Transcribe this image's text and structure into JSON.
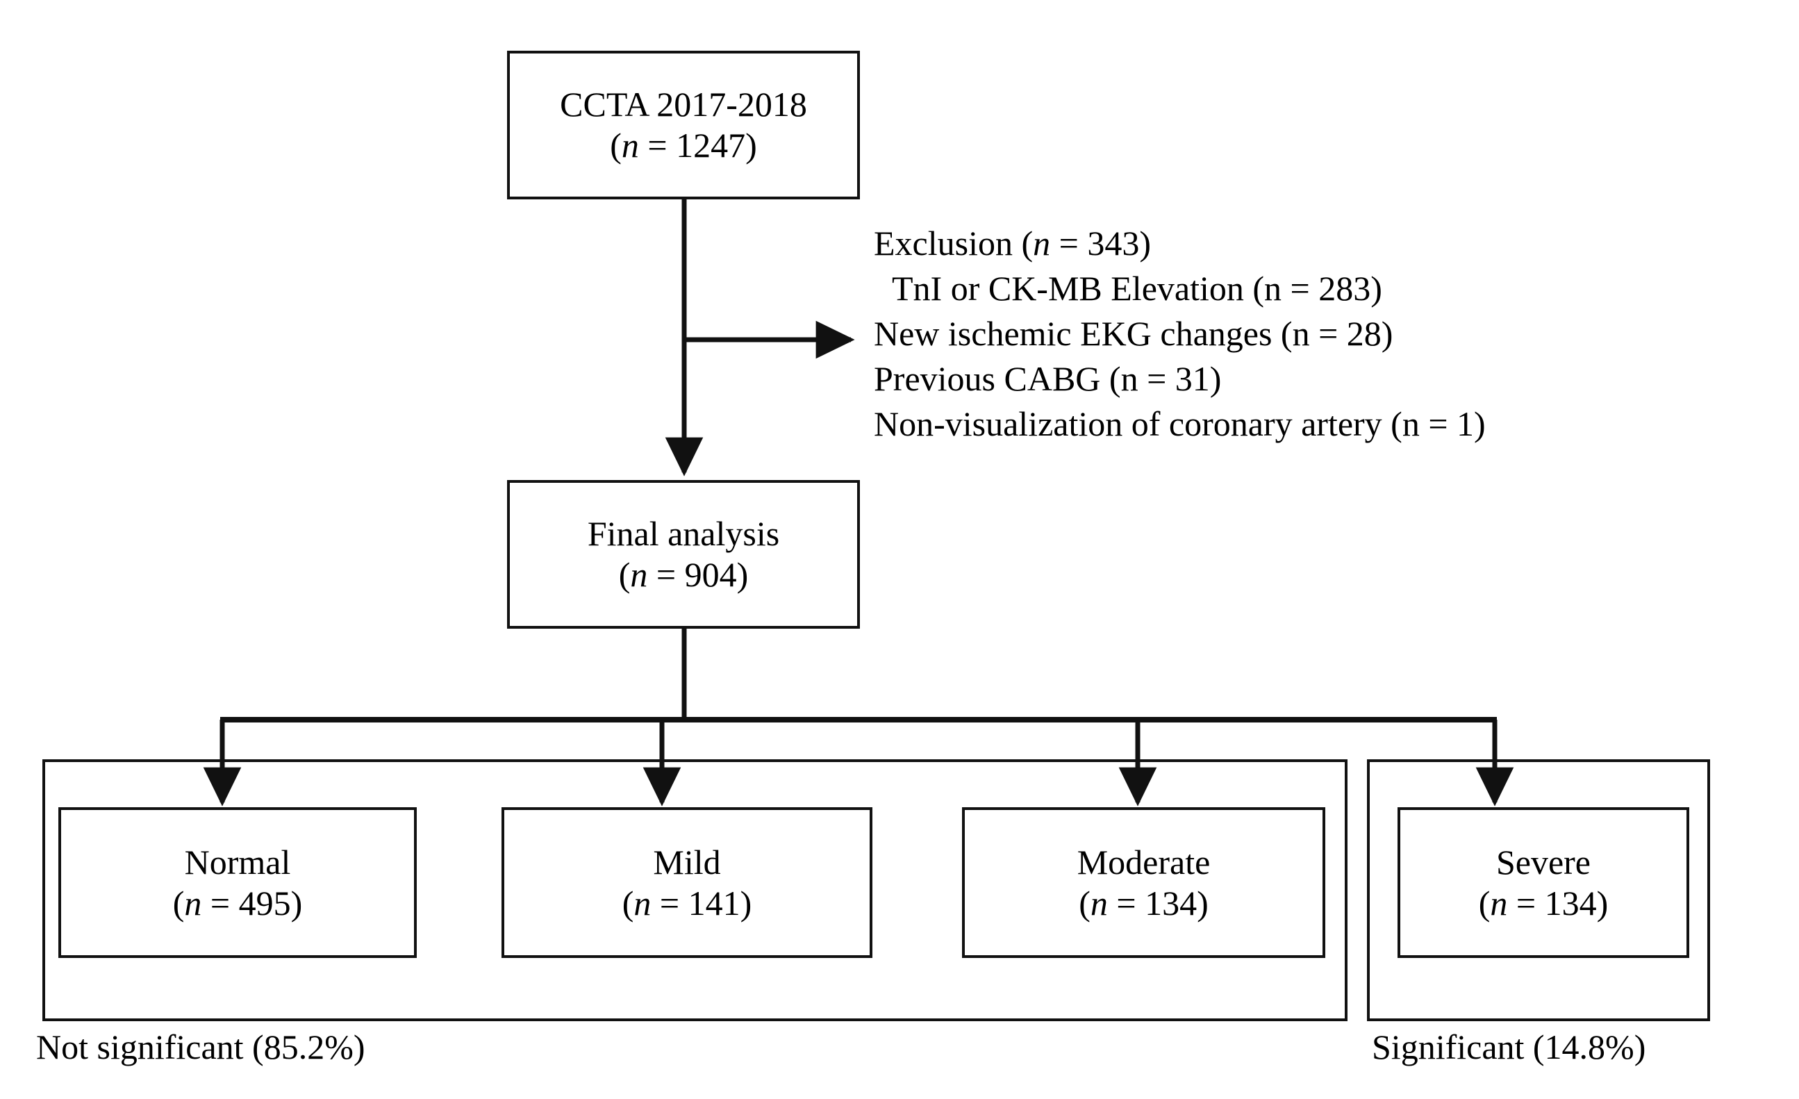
{
  "diagram": {
    "title": "CCTA patient selection flow diagram",
    "type": "flowchart",
    "line_color": "#111111",
    "background": "#ffffff"
  },
  "nodes": {
    "source": {
      "label": "CCTA 2017-2018",
      "count_open": "(",
      "count_symbol": "n",
      "count_eq": " = 1247",
      "count_close": ")",
      "count_full": "(n = 1247)"
    },
    "final": {
      "label": "Final analysis",
      "count_open": "(",
      "count_symbol": "n",
      "count_eq": " = 904",
      "count_close": ")",
      "count_full": "(n = 904)"
    },
    "categories": [
      {
        "label": "Normal",
        "count_open": "(",
        "count_symbol": "n",
        "count_eq": " = 495",
        "count_close": ")",
        "count_full": "(n = 495)",
        "value": 495
      },
      {
        "label": "Mild",
        "count_open": "(",
        "count_symbol": "n",
        "count_eq": " = 141",
        "count_close": ")",
        "count_full": "(n = 141)",
        "value": 141
      },
      {
        "label": "Moderate",
        "count_open": "(",
        "count_symbol": "n",
        "count_eq": " = 134",
        "count_close": ")",
        "count_full": "(n = 134)",
        "value": 134
      },
      {
        "label": "Severe",
        "count_open": "(",
        "count_symbol": "n",
        "count_eq": " = 134",
        "count_close": ")",
        "count_full": "(n = 134)",
        "value": 134
      }
    ]
  },
  "exclusion": {
    "heading_open": "Exclusion (",
    "heading_symbol": "n",
    "heading_rest": " = 343)",
    "heading_full": "Exclusion (n = 343)",
    "items": [
      "TnI or CK-MB Elevation (n = 283)",
      "New ischemic EKG changes (n = 28)",
      "Previous CABG (n = 31)",
      "Non-visualization of coronary artery (n = 1)"
    ]
  },
  "groups": {
    "not_significant": {
      "label": "Not significant (85.2%)",
      "percent": 85.2,
      "members": [
        "Normal",
        "Mild",
        "Moderate"
      ]
    },
    "significant": {
      "label": "Significant (14.8%)",
      "percent": 14.8,
      "members": [
        "Severe"
      ]
    }
  },
  "chart_data": {
    "type": "flow",
    "title": "CCTA 2017-2018 patient selection flow",
    "stages": [
      {
        "name": "CCTA 2017-2018",
        "n": 1247
      },
      {
        "name": "Excluded",
        "n": 343
      },
      {
        "name": "Final analysis",
        "n": 904
      }
    ],
    "exclusion_breakdown": [
      {
        "reason": "TnI or CK-MB Elevation",
        "n": 283
      },
      {
        "reason": "New ischemic EKG changes",
        "n": 28
      },
      {
        "reason": "Previous CABG",
        "n": 31
      },
      {
        "reason": "Non-visualization of coronary artery",
        "n": 1
      }
    ],
    "categories": [
      "Normal",
      "Mild",
      "Moderate",
      "Severe"
    ],
    "values": [
      495,
      141,
      134,
      134
    ],
    "groupings": [
      {
        "label": "Not significant (85.2%)",
        "categories": [
          "Normal",
          "Mild",
          "Moderate"
        ],
        "percent": 85.2
      },
      {
        "label": "Significant (14.8%)",
        "categories": [
          "Severe"
        ],
        "percent": 14.8
      }
    ]
  }
}
